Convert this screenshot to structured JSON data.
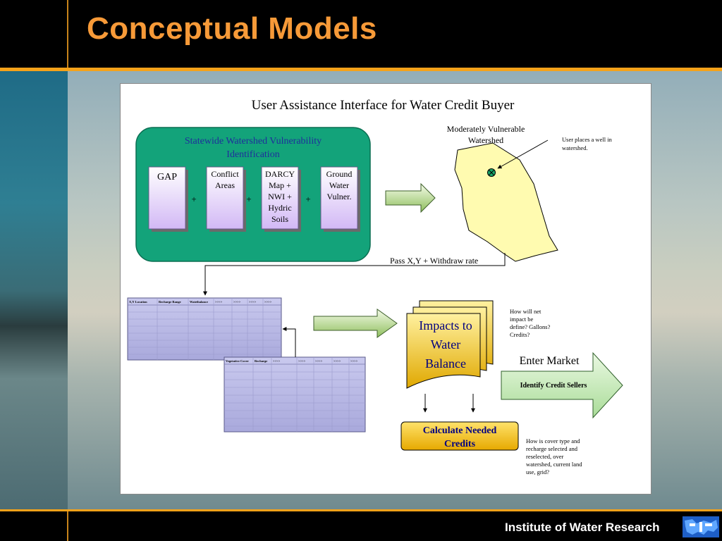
{
  "slide": {
    "title": "Conceptual Models",
    "footer": "Institute of Water Research"
  },
  "diagram": {
    "heading": "User Assistance Interface for Water Credit Buyer",
    "vulnerability_box": {
      "title_line1": "Statewide Watershed Vulnerability",
      "title_line2": "Identification",
      "layers": [
        {
          "lines": [
            "GAP"
          ]
        },
        {
          "lines": [
            "Conflict",
            "Areas"
          ]
        },
        {
          "lines": [
            "DARCY",
            "Map +",
            "NWI +",
            "Hydric",
            "Soils"
          ]
        },
        {
          "lines": [
            "Ground",
            "Water",
            "Vulner."
          ]
        }
      ],
      "plus": "+"
    },
    "watershed": {
      "label_line1": "Moderately Vulnerable",
      "label_line2": "Watershed",
      "note_line1": "User places a well in",
      "note_line2": "watershed."
    },
    "pass_label": "Pass X,Y + Withdraw rate",
    "table1_headers": [
      "X,Y Location",
      "Recharge Range",
      "Wateibalance",
      ">>>>",
      ">>>>",
      ">>>>",
      ">>>>"
    ],
    "table2_headers": [
      "Vegetative Cover",
      "Recharge",
      ">>>>",
      ">>>>",
      ">>>>",
      ">>>>",
      ">>>>"
    ],
    "impacts": {
      "lines": [
        "Impacts to",
        "Water",
        "Balance"
      ]
    },
    "net_impact_note": [
      "How will net",
      "impact be",
      "define? Gallons?",
      "Credits?"
    ],
    "enter_market": "Enter Market",
    "identify_sellers": "Identify Credit Sellers",
    "calculate": {
      "lines": [
        "Calculate Needed",
        "Credits"
      ]
    },
    "cover_note": [
      "How is cover type and",
      "recharge selected and",
      "reselected, over",
      "watershed, current land",
      "use, grid?"
    ]
  },
  "colors": {
    "title": "#f79a38",
    "accent_rule": "#f5a21a",
    "green_box": "#13a37a",
    "layer_card": "#d9c6f6",
    "watershed": "#fffbb0",
    "gold": "#e8b000",
    "market_arrow": "#c8edc0"
  }
}
